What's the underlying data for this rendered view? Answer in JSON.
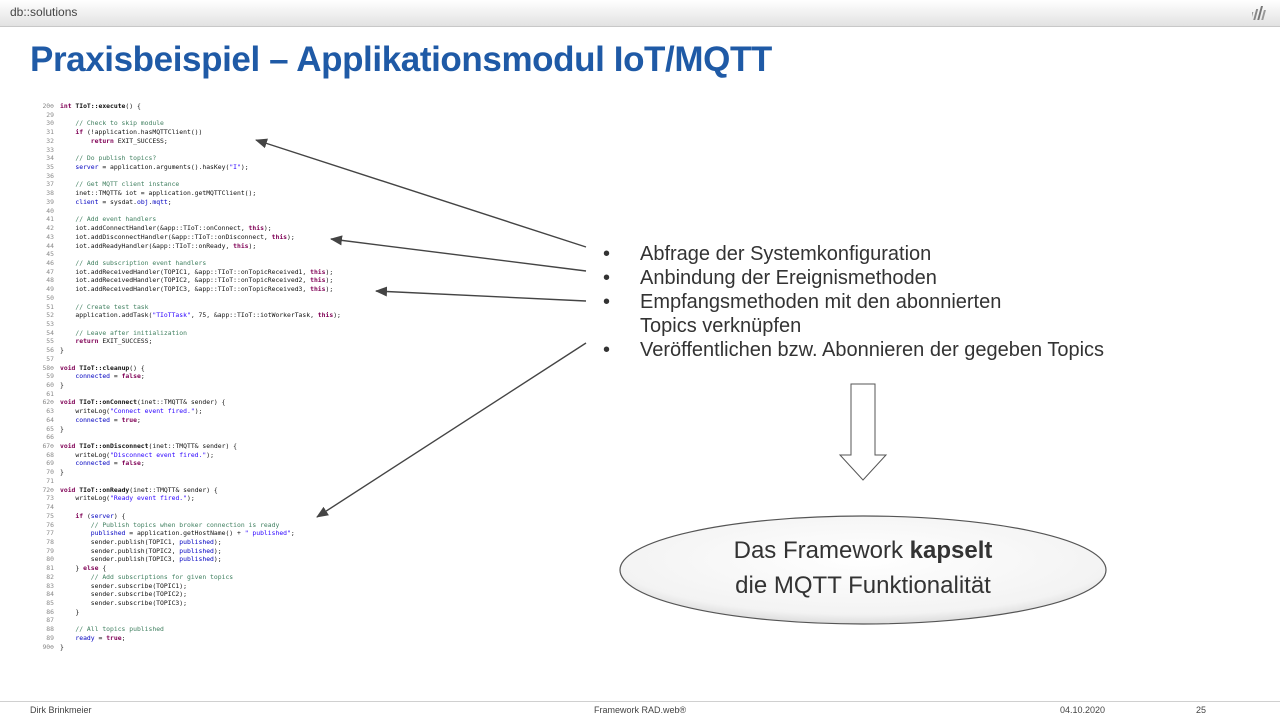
{
  "header": {
    "brand": "db::solutions",
    "logo_icon": "bars-logo-icon"
  },
  "title": "Praxisbeispiel – Applikationsmodul IoT/MQTT",
  "code_lines": [
    [
      {
        "t": "20⊖",
        "c": "ln"
      },
      {
        "t": "int ",
        "c": "kw"
      },
      {
        "t": "TIoT::execute",
        "c": "fn"
      },
      {
        "t": "() {"
      }
    ],
    [
      {
        "t": "29",
        "c": "ln"
      }
    ],
    [
      {
        "t": "30",
        "c": "ln"
      },
      {
        "t": "    "
      },
      {
        "t": "// Check to skip module",
        "c": "cm"
      }
    ],
    [
      {
        "t": "31",
        "c": "ln"
      },
      {
        "t": "    "
      },
      {
        "t": "if",
        "c": "kw"
      },
      {
        "t": " (!application.hasMQTTClient())"
      }
    ],
    [
      {
        "t": "32",
        "c": "ln"
      },
      {
        "t": "        "
      },
      {
        "t": "return",
        "c": "kw"
      },
      {
        "t": " EXIT_SUCCESS;"
      }
    ],
    [
      {
        "t": "33",
        "c": "ln"
      }
    ],
    [
      {
        "t": "34",
        "c": "ln"
      },
      {
        "t": "    "
      },
      {
        "t": "// Do publish topics?",
        "c": "cm"
      }
    ],
    [
      {
        "t": "35",
        "c": "ln"
      },
      {
        "t": "    "
      },
      {
        "t": "server",
        "c": "fl"
      },
      {
        "t": " = application.arguments().hasKey("
      },
      {
        "t": "\"I\"",
        "c": "st"
      },
      {
        "t": ");"
      }
    ],
    [
      {
        "t": "36",
        "c": "ln"
      }
    ],
    [
      {
        "t": "37",
        "c": "ln"
      },
      {
        "t": "    "
      },
      {
        "t": "// Get MQTT client instance",
        "c": "cm"
      }
    ],
    [
      {
        "t": "38",
        "c": "ln"
      },
      {
        "t": "    inet::TMQTT& iot = application.getMQTTClient();"
      }
    ],
    [
      {
        "t": "39",
        "c": "ln"
      },
      {
        "t": "    "
      },
      {
        "t": "client",
        "c": "fl"
      },
      {
        "t": " = sysdat."
      },
      {
        "t": "obj",
        "c": "fl"
      },
      {
        "t": "."
      },
      {
        "t": "mqtt",
        "c": "fl"
      },
      {
        "t": ";"
      }
    ],
    [
      {
        "t": "40",
        "c": "ln"
      }
    ],
    [
      {
        "t": "41",
        "c": "ln"
      },
      {
        "t": "    "
      },
      {
        "t": "// Add event handlers",
        "c": "cm"
      }
    ],
    [
      {
        "t": "42",
        "c": "ln"
      },
      {
        "t": "    iot.addConnectHandler(&app::TIoT::onConnect, "
      },
      {
        "t": "this",
        "c": "kw"
      },
      {
        "t": ");"
      }
    ],
    [
      {
        "t": "43",
        "c": "ln"
      },
      {
        "t": "    iot.addDisconnectHandler(&app::TIoT::onDisconnect, "
      },
      {
        "t": "this",
        "c": "kw"
      },
      {
        "t": ");"
      }
    ],
    [
      {
        "t": "44",
        "c": "ln"
      },
      {
        "t": "    iot.addReadyHandler(&app::TIoT::onReady, "
      },
      {
        "t": "this",
        "c": "kw"
      },
      {
        "t": ");"
      }
    ],
    [
      {
        "t": "45",
        "c": "ln"
      }
    ],
    [
      {
        "t": "46",
        "c": "ln"
      },
      {
        "t": "    "
      },
      {
        "t": "// Add subscription event handlers",
        "c": "cm"
      }
    ],
    [
      {
        "t": "47",
        "c": "ln"
      },
      {
        "t": "    iot.addReceivedHandler(TOPIC1, &app::TIoT::onTopicReceived1, "
      },
      {
        "t": "this",
        "c": "kw"
      },
      {
        "t": ");"
      }
    ],
    [
      {
        "t": "48",
        "c": "ln"
      },
      {
        "t": "    iot.addReceivedHandler(TOPIC2, &app::TIoT::onTopicReceived2, "
      },
      {
        "t": "this",
        "c": "kw"
      },
      {
        "t": ");"
      }
    ],
    [
      {
        "t": "49",
        "c": "ln"
      },
      {
        "t": "    iot.addReceivedHandler(TOPIC3, &app::TIoT::onTopicReceived3, "
      },
      {
        "t": "this",
        "c": "kw"
      },
      {
        "t": ");"
      }
    ],
    [
      {
        "t": "50",
        "c": "ln"
      }
    ],
    [
      {
        "t": "51",
        "c": "ln"
      },
      {
        "t": "    "
      },
      {
        "t": "// Create test task",
        "c": "cm"
      }
    ],
    [
      {
        "t": "52",
        "c": "ln"
      },
      {
        "t": "    application.addTask("
      },
      {
        "t": "\"TIoTTask\"",
        "c": "st"
      },
      {
        "t": ", 75, &app::TIoT::iotWorkerTask, "
      },
      {
        "t": "this",
        "c": "kw"
      },
      {
        "t": ");"
      }
    ],
    [
      {
        "t": "53",
        "c": "ln"
      }
    ],
    [
      {
        "t": "54",
        "c": "ln"
      },
      {
        "t": "    "
      },
      {
        "t": "// Leave after initialization",
        "c": "cm"
      }
    ],
    [
      {
        "t": "55",
        "c": "ln"
      },
      {
        "t": "    "
      },
      {
        "t": "return",
        "c": "kw"
      },
      {
        "t": " EXIT_SUCCESS;"
      }
    ],
    [
      {
        "t": "56",
        "c": "ln"
      },
      {
        "t": "}"
      }
    ],
    [
      {
        "t": "57",
        "c": "ln"
      }
    ],
    [
      {
        "t": "58⊖",
        "c": "ln"
      },
      {
        "t": "void ",
        "c": "kw"
      },
      {
        "t": "TIoT::cleanup",
        "c": "fn"
      },
      {
        "t": "() {"
      }
    ],
    [
      {
        "t": "59",
        "c": "ln"
      },
      {
        "t": "    "
      },
      {
        "t": "connected",
        "c": "fl"
      },
      {
        "t": " = "
      },
      {
        "t": "false",
        "c": "kw"
      },
      {
        "t": ";"
      }
    ],
    [
      {
        "t": "60",
        "c": "ln"
      },
      {
        "t": "}"
      }
    ],
    [
      {
        "t": "61",
        "c": "ln"
      }
    ],
    [
      {
        "t": "62⊖",
        "c": "ln"
      },
      {
        "t": "void ",
        "c": "kw"
      },
      {
        "t": "TIoT::onConnect",
        "c": "fn"
      },
      {
        "t": "(inet::TMQTT& sender) {"
      }
    ],
    [
      {
        "t": "63",
        "c": "ln"
      },
      {
        "t": "    writeLog("
      },
      {
        "t": "\"Connect event fired.\"",
        "c": "st"
      },
      {
        "t": ");"
      }
    ],
    [
      {
        "t": "64",
        "c": "ln"
      },
      {
        "t": "    "
      },
      {
        "t": "connected",
        "c": "fl"
      },
      {
        "t": " = "
      },
      {
        "t": "true",
        "c": "kw"
      },
      {
        "t": ";"
      }
    ],
    [
      {
        "t": "65",
        "c": "ln"
      },
      {
        "t": "}"
      }
    ],
    [
      {
        "t": "66",
        "c": "ln"
      }
    ],
    [
      {
        "t": "67⊖",
        "c": "ln"
      },
      {
        "t": "void ",
        "c": "kw"
      },
      {
        "t": "TIoT::onDisconnect",
        "c": "fn"
      },
      {
        "t": "(inet::TMQTT& sender) {"
      }
    ],
    [
      {
        "t": "68",
        "c": "ln"
      },
      {
        "t": "    writeLog("
      },
      {
        "t": "\"Disconnect event fired.\"",
        "c": "st"
      },
      {
        "t": ");"
      }
    ],
    [
      {
        "t": "69",
        "c": "ln"
      },
      {
        "t": "    "
      },
      {
        "t": "connected",
        "c": "fl"
      },
      {
        "t": " = "
      },
      {
        "t": "false",
        "c": "kw"
      },
      {
        "t": ";"
      }
    ],
    [
      {
        "t": "70",
        "c": "ln"
      },
      {
        "t": "}"
      }
    ],
    [
      {
        "t": "71",
        "c": "ln"
      }
    ],
    [
      {
        "t": "72⊖",
        "c": "ln"
      },
      {
        "t": "void ",
        "c": "kw"
      },
      {
        "t": "TIoT::onReady",
        "c": "fn"
      },
      {
        "t": "(inet::TMQTT& sender) {"
      }
    ],
    [
      {
        "t": "73",
        "c": "ln"
      },
      {
        "t": "    writeLog("
      },
      {
        "t": "\"Ready event fired.\"",
        "c": "st"
      },
      {
        "t": ");"
      }
    ],
    [
      {
        "t": "74",
        "c": "ln"
      }
    ],
    [
      {
        "t": "75",
        "c": "ln"
      },
      {
        "t": "    "
      },
      {
        "t": "if",
        "c": "kw"
      },
      {
        "t": " ("
      },
      {
        "t": "server",
        "c": "fl"
      },
      {
        "t": ") {"
      }
    ],
    [
      {
        "t": "76",
        "c": "ln"
      },
      {
        "t": "        "
      },
      {
        "t": "// Publish topics when broker connection is ready",
        "c": "cm"
      }
    ],
    [
      {
        "t": "77",
        "c": "ln"
      },
      {
        "t": "        "
      },
      {
        "t": "published",
        "c": "fl"
      },
      {
        "t": " = application.getHostName() + "
      },
      {
        "t": "\" published\"",
        "c": "st"
      },
      {
        "t": ";"
      }
    ],
    [
      {
        "t": "78",
        "c": "ln"
      },
      {
        "t": "        sender.publish(TOPIC1, "
      },
      {
        "t": "published",
        "c": "fl"
      },
      {
        "t": ");"
      }
    ],
    [
      {
        "t": "79",
        "c": "ln"
      },
      {
        "t": "        sender.publish(TOPIC2, "
      },
      {
        "t": "published",
        "c": "fl"
      },
      {
        "t": ");"
      }
    ],
    [
      {
        "t": "80",
        "c": "ln"
      },
      {
        "t": "        sender.publish(TOPIC3, "
      },
      {
        "t": "published",
        "c": "fl"
      },
      {
        "t": ");"
      }
    ],
    [
      {
        "t": "81",
        "c": "ln"
      },
      {
        "t": "    } "
      },
      {
        "t": "else",
        "c": "kw"
      },
      {
        "t": " {"
      }
    ],
    [
      {
        "t": "82",
        "c": "ln"
      },
      {
        "t": "        "
      },
      {
        "t": "// Add subscriptions for given topics",
        "c": "cm"
      }
    ],
    [
      {
        "t": "83",
        "c": "ln"
      },
      {
        "t": "        sender.subscribe(TOPIC1);"
      }
    ],
    [
      {
        "t": "84",
        "c": "ln"
      },
      {
        "t": "        sender.subscribe(TOPIC2);"
      }
    ],
    [
      {
        "t": "85",
        "c": "ln"
      },
      {
        "t": "        sender.subscribe(TOPIC3);"
      }
    ],
    [
      {
        "t": "86",
        "c": "ln"
      },
      {
        "t": "    }"
      }
    ],
    [
      {
        "t": "87",
        "c": "ln"
      }
    ],
    [
      {
        "t": "88",
        "c": "ln"
      },
      {
        "t": "    "
      },
      {
        "t": "// All topics published",
        "c": "cm"
      }
    ],
    [
      {
        "t": "89",
        "c": "ln"
      },
      {
        "t": "    "
      },
      {
        "t": "ready",
        "c": "fl"
      },
      {
        "t": " = "
      },
      {
        "t": "true",
        "c": "kw"
      },
      {
        "t": ";"
      }
    ],
    [
      {
        "t": "90⊖",
        "c": "ln"
      },
      {
        "t": "}"
      }
    ]
  ],
  "bullets": {
    "items": [
      "Abfrage der Systemkonfiguration",
      "Anbindung der Ereignismethoden",
      "Empfangsmethoden mit den abonnierten",
      "Veröffentlichen bzw. Abonnieren der gegeben Topics"
    ],
    "item3_continuation": "Topics verknüpfen",
    "marker": "•"
  },
  "callout": {
    "line1_prefix": "Das Framework ",
    "line1_bold": "kapselt",
    "line2": "die MQTT Funktionalität"
  },
  "footer": {
    "author": "Dirk Brinkmeier",
    "product": "Framework RAD.web®",
    "date": "04.10.2020",
    "page": "25"
  }
}
